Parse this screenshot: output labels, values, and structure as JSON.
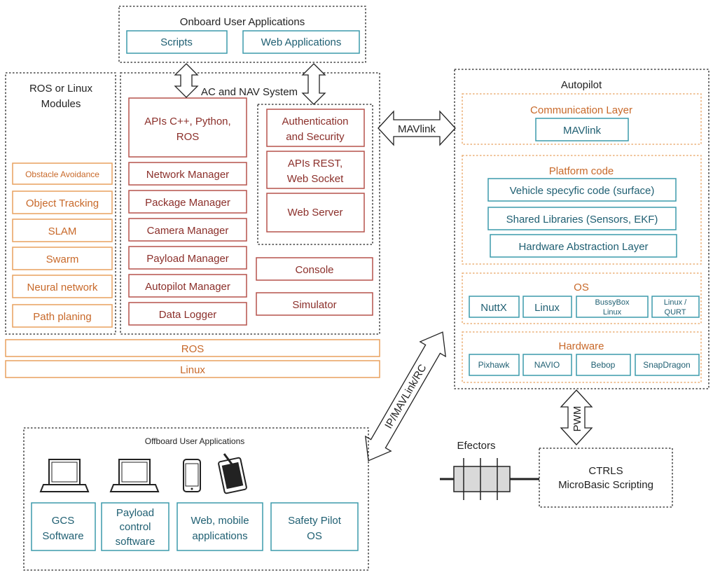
{
  "colors": {
    "dark": "#222222",
    "red": "#b5524c",
    "orange": "#e8a15e",
    "orange_text": "#c8692a",
    "teal": "#3b9aab",
    "teal_text": "#1f5f72",
    "device_fill": "#222222"
  },
  "onboard": {
    "title": "Onboard User Applications",
    "scripts": "Scripts",
    "web_applications": "Web Applications"
  },
  "ros_modules": {
    "title_line1": "ROS or Linux",
    "title_line2": "Modules",
    "items": [
      "Obstacle Avoidance",
      "Object Tracking",
      "SLAM",
      "Swarm",
      "Neural network",
      "Path planing"
    ]
  },
  "acnav": {
    "title": "AC and NAV System",
    "apis_line1": "APIs C++, Python,",
    "apis_line2": "ROS",
    "managers": [
      "Network Manager",
      "Package Manager",
      "Camera Manager",
      "Payload Manager",
      "Autopilot Manager",
      "Data Logger"
    ],
    "auth_line1": "Authentication",
    "auth_line2": "and Security",
    "rest_line1": "APIs REST,",
    "rest_line2": "Web Socket",
    "web_server": "Web Server",
    "console": "Console",
    "simulator": "Simulator"
  },
  "base": {
    "ros": "ROS",
    "linux": "Linux"
  },
  "links": {
    "mavlink": "MAVlink",
    "ip_mavlink_rc": "IP/MAVLink/RC",
    "pwm": "PWM"
  },
  "autopilot": {
    "title": "Autopilot",
    "comm_title": "Communication Layer",
    "comm_mavlink": "MAVlink",
    "platform_title": "Platform code",
    "platform_items": [
      "Vehicle specyfic code (surface)",
      "Shared Libraries (Sensors, EKF)",
      "Hardware Abstraction Layer"
    ],
    "os_title": "OS",
    "os_nuttx": "NuttX",
    "os_linux": "Linux",
    "os_bussybox_line1": "BussyBox",
    "os_bussybox_line2": "Linux",
    "os_qurt_line1": "Linux /",
    "os_qurt_line2": "QURT",
    "hw_title": "Hardware",
    "hw_items": [
      "Pixhawk",
      "NAVIO",
      "Bebop",
      "SnapDragon"
    ]
  },
  "offboard": {
    "title": "Offboard User Applications",
    "gcs_line1": "GCS",
    "gcs_line2": "Software",
    "payload_line1": "Payload",
    "payload_line2": "control",
    "payload_line3": "software",
    "web_line1": "Web, mobile",
    "web_line2": "applications",
    "safety_line1": "Safety Pilot",
    "safety_line2": "OS"
  },
  "effectors": {
    "label": "Efectors"
  },
  "ctrls": {
    "line1": "CTRLS",
    "line2": "MicroBasic Scripting"
  }
}
